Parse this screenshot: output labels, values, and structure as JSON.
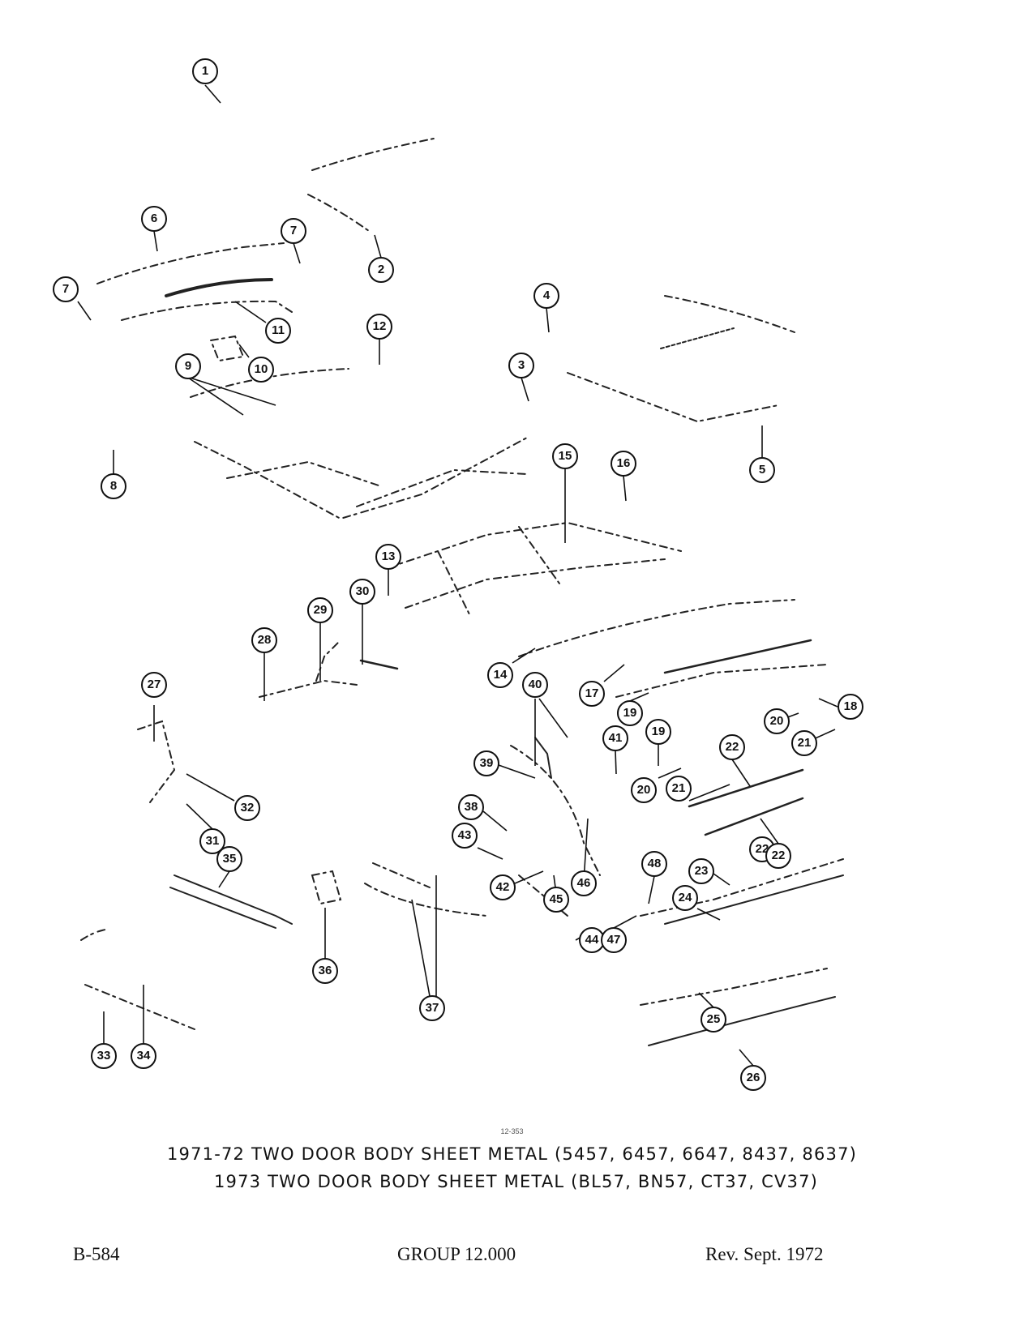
{
  "diagram": {
    "drawing_number": "12-353",
    "callouts": [
      "1",
      "2",
      "3",
      "4",
      "5",
      "6",
      "7",
      "7",
      "8",
      "9",
      "10",
      "11",
      "12",
      "13",
      "14",
      "15",
      "16",
      "17",
      "18",
      "19",
      "19",
      "20",
      "20",
      "21",
      "21",
      "22",
      "22",
      "22",
      "23",
      "24",
      "25",
      "26",
      "27",
      "28",
      "29",
      "30",
      "31",
      "32",
      "33",
      "34",
      "35",
      "36",
      "37",
      "38",
      "39",
      "40",
      "41",
      "42",
      "43",
      "44",
      "45",
      "46",
      "47",
      "48"
    ]
  },
  "caption": {
    "line1": "1971-72 TWO DOOR BODY SHEET METAL (5457, 6457, 6647, 8437, 8637)",
    "line2": "1973 TWO DOOR BODY SHEET METAL (BL57, BN57, CT37, CV37)"
  },
  "footer": {
    "page": "B-584",
    "group": "GROUP 12.000",
    "revision": "Rev. Sept. 1972"
  }
}
